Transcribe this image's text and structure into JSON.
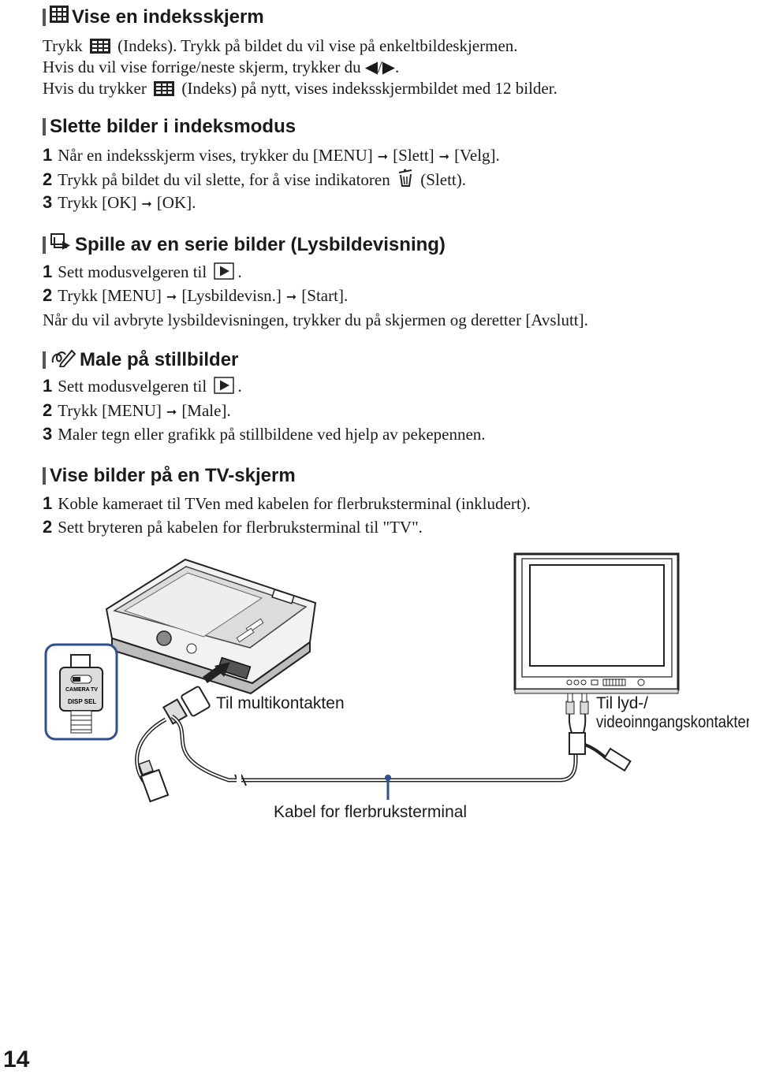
{
  "sec_index": {
    "heading": "Vise en indeksskjerm",
    "line1_a": "Trykk",
    "line1_b": "(Indeks). Trykk på bildet du vil vise på enkeltbildeskjermen.",
    "line2": "Hvis du vil vise forrige/neste skjerm, trykker du ◀/▶.",
    "line3_a": "Hvis du trykker",
    "line3_b": "(Indeks) på nytt, vises indeksskjermbildet med 12 bilder."
  },
  "sec_delete": {
    "heading": "Slette bilder i indeksmodus",
    "steps": [
      {
        "n": "1",
        "a": "Når en indeksskjerm vises, trykker du [MENU]",
        "b": "[Slett]",
        "c": "[Velg]."
      },
      {
        "n": "2",
        "a": "Trykk på bildet du vil slette, for å vise indikatoren",
        "b": "(Slett)."
      },
      {
        "n": "3",
        "a": "Trykk [OK]",
        "b": "[OK]."
      }
    ]
  },
  "sec_slideshow": {
    "heading": "Spille av en serie bilder (Lysbildevisning)",
    "steps": [
      {
        "n": "1",
        "a": "Sett modusvelgeren til",
        "b": "."
      },
      {
        "n": "2",
        "a": "Trykk [MENU]",
        "b": "[Lysbildevisn.]",
        "c": "[Start]."
      }
    ],
    "note": "Når du vil avbryte lysbildevisningen, trykker du på skjermen og deretter [Avslutt]."
  },
  "sec_paint": {
    "heading": "Male på stillbilder",
    "steps": [
      {
        "n": "1",
        "a": "Sett modusvelgeren til",
        "b": "."
      },
      {
        "n": "2",
        "a": "Trykk [MENU]",
        "b": "[Male]."
      },
      {
        "n": "3",
        "a": "Maler tegn eller grafikk på stillbildene ved hjelp av pekepennen."
      }
    ]
  },
  "sec_tv": {
    "heading": "Vise bilder på en TV-skjerm",
    "steps": [
      {
        "n": "1",
        "a": "Koble kameraet til TVen med kabelen for flerbruksterminal (inkludert)."
      },
      {
        "n": "2",
        "a": "Sett bryteren på kabelen for flerbruksterminal til \"TV\"."
      }
    ]
  },
  "illustration": {
    "label_multi": "Til multikontakten",
    "label_av_1": "Til lyd-/",
    "label_av_2": "videoinngangskontakter",
    "label_cable": "Kabel for flerbruksterminal",
    "switch_camera": "CAMERA",
    "switch_tv": "TV",
    "switch_disp": "DISP SEL"
  },
  "arrow_glyph": "➞",
  "page_number": "14"
}
